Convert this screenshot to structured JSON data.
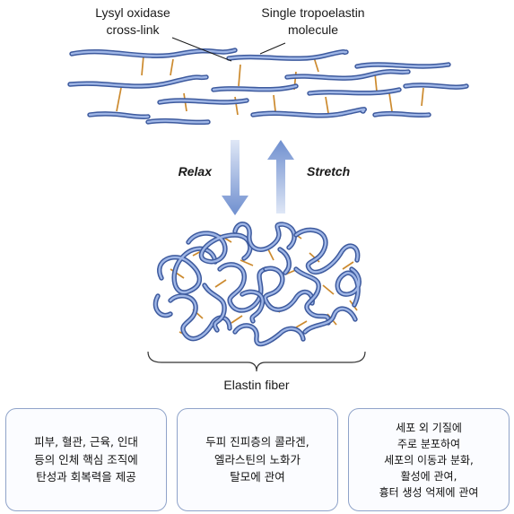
{
  "labels": {
    "crosslink_line1": "Lysyl oxidase",
    "crosslink_line2": "cross-link",
    "molecule_line1": "Single tropoelastin",
    "molecule_line2": "molecule",
    "relax": "Relax",
    "stretch": "Stretch",
    "fiber": "Elastin fiber"
  },
  "colors": {
    "fiber_outline": "#3d5a9e",
    "fiber_fill": "#9fb6e6",
    "crosslink": "#cc8a2e",
    "card_border": "#8fa3c9"
  },
  "cards": [
    {
      "text": "피부, 혈관, 근육, 인대\n등의 인체 핵심 조직에\n탄성과 회복력을 제공"
    },
    {
      "text": "두피 진피층의 콜라겐,\n엘라스틴의 노화가\n탈모에 관여"
    },
    {
      "text": "세포 외 기질에\n주로 분포하여\n세포의 이동과 분화,\n활성에 관여,\n흉터 생성 억제에 관여"
    }
  ]
}
